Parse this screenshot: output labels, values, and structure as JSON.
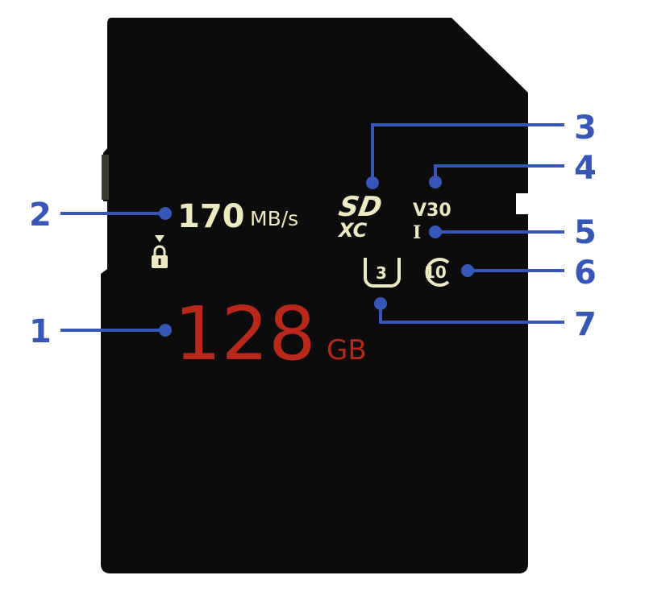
{
  "card": {
    "speed_value": "170",
    "speed_unit": "MB/s",
    "capacity_value": "128",
    "capacity_unit": "GB",
    "sd_logo": "SD",
    "xc_logo": "XC",
    "video_class": "V30",
    "uhs_bus": "I",
    "uhs_speed_class": "3",
    "speed_class": "10"
  },
  "callouts": [
    {
      "label": "1"
    },
    {
      "label": "2"
    },
    {
      "label": "3"
    },
    {
      "label": "4"
    },
    {
      "label": "5"
    },
    {
      "label": "6"
    },
    {
      "label": "7"
    }
  ],
  "colors": {
    "callout": "#3656b8",
    "capacity": "#b8291c",
    "print": "#ede9c0",
    "card": "#0c0c0c"
  }
}
